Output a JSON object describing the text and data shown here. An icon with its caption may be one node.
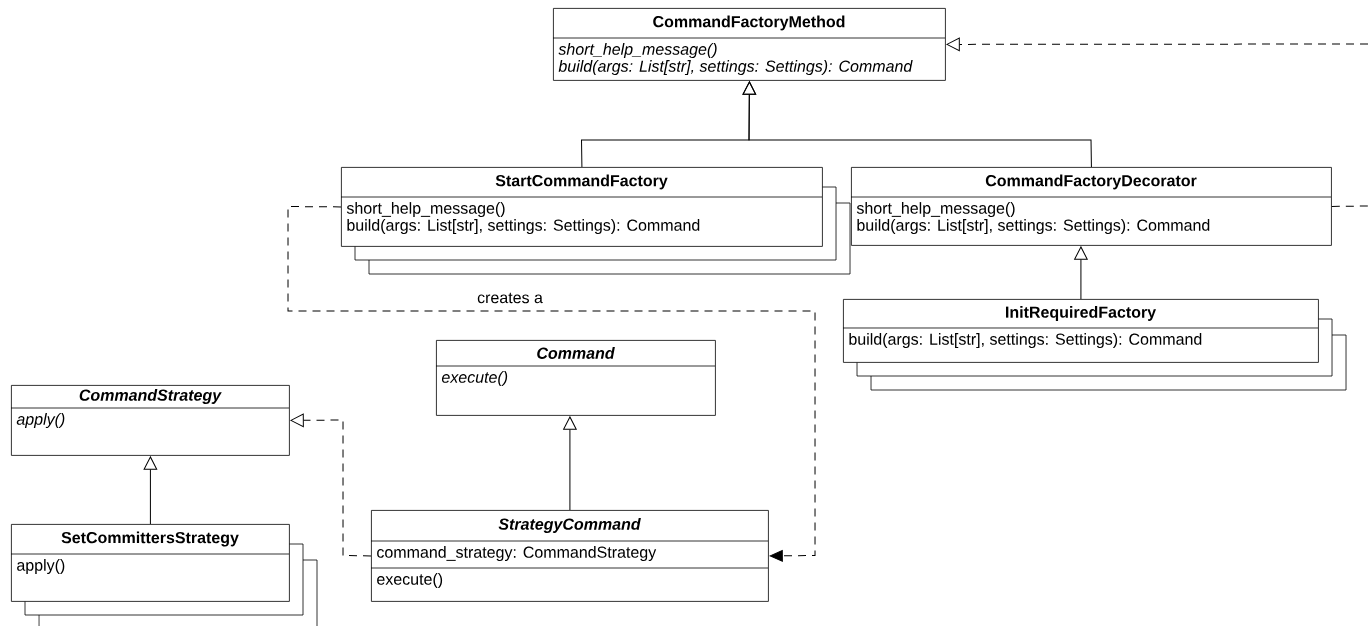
{
  "diagram": {
    "nodes": [
      {
        "text": [
          "CommandFactoryMethod",
          "short_help_message()",
          "build(args: List[str], settings: Settings): Command"
        ]
      },
      {
        "text": [
          "StartCommandFactory",
          "short_help_message()",
          "build(args: List[str], settings: Settings): Command"
        ]
      },
      {
        "text": [
          "CommandFactoryDecorator",
          "short_help_message()",
          "build(args: List[str], settings: Settings): Command"
        ]
      },
      {
        "text": [
          "InitRequiredFactory",
          "build(args: List[str], settings: Settings): Command"
        ]
      },
      {
        "text": [
          "Command",
          "execute()"
        ]
      },
      {
        "text": [
          "CommandStrategy",
          "apply()"
        ]
      },
      {
        "text": [
          "StrategyCommand",
          "command_strategy: CommandStrategy",
          "execute()"
        ]
      },
      {
        "text": [
          "SetCommittersStrategy",
          "apply()"
        ]
      }
    ],
    "edges": [
      {
        "from": 1,
        "to": 0,
        "arrow": "to"
      },
      {
        "from": 2,
        "to": 0,
        "arrow": "to"
      },
      {
        "from": null,
        "to": 0,
        "arrow": "to",
        "style": "dashed"
      },
      {
        "from": 2,
        "to": null,
        "arrow": "none",
        "style": "dashed"
      },
      {
        "from": 3,
        "to": 2,
        "arrow": "to"
      },
      {
        "from": 1,
        "to": 6,
        "arrow": "to",
        "style": "dashed",
        "label": "creates a"
      },
      {
        "from": 6,
        "to": 5,
        "arrow": "to",
        "style": "dashed"
      },
      {
        "from": 6,
        "to": 4,
        "arrow": "to"
      },
      {
        "from": 7,
        "to": 5,
        "arrow": "to"
      }
    ]
  }
}
